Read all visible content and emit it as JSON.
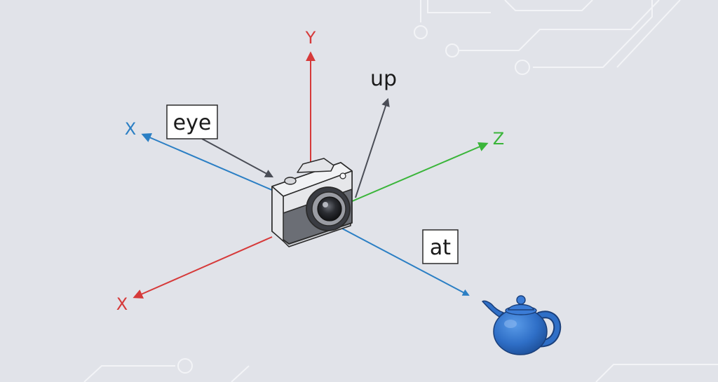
{
  "labels": {
    "y_axis": "Y",
    "x_axis_upper": "X",
    "x_axis_lower": "X",
    "z_axis": "Z",
    "eye": "eye",
    "up": "up",
    "at": "at"
  },
  "colors": {
    "background": "#e1e3e9",
    "circuit": "#f3f4f7",
    "y_axis": "#d63a3a",
    "x_axis_red": "#d63a3a",
    "x_axis_blue": "#2b7fc4",
    "z_axis": "#3ab53a",
    "pointer": "#4a4d56",
    "teapot": "#2f6fc7"
  },
  "icons": {
    "camera": "camera-icon",
    "teapot": "teapot-icon"
  }
}
